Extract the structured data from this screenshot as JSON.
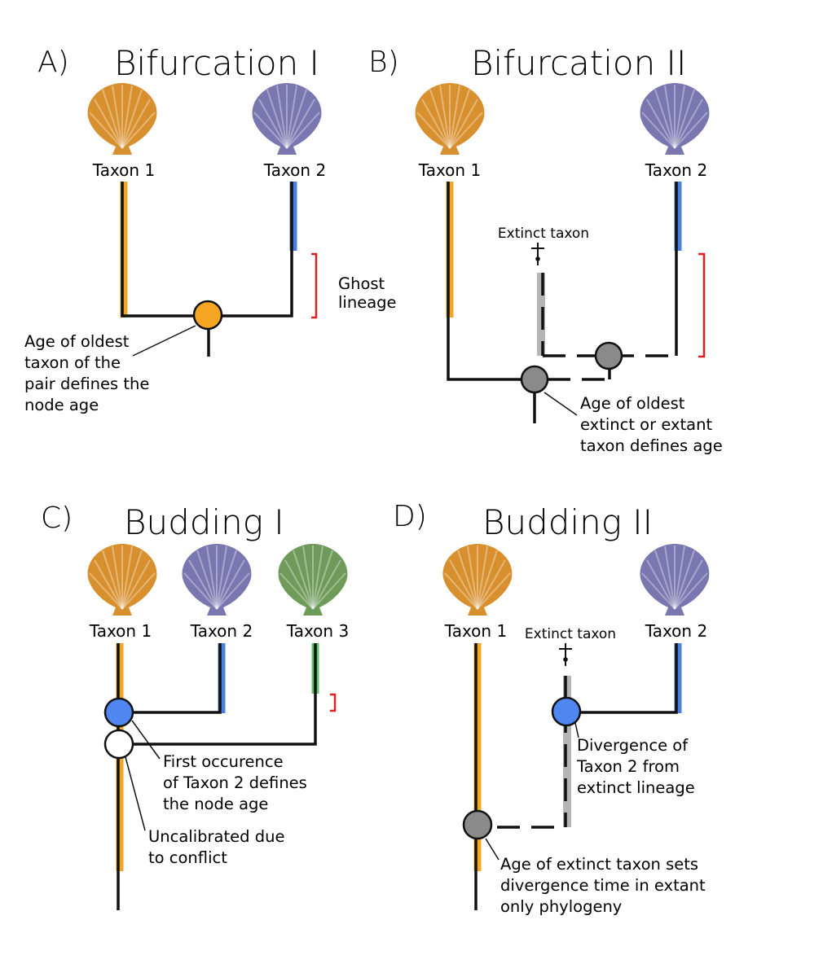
{
  "panels": {
    "a": {
      "letter": "A)",
      "title": "Bifurcation I",
      "taxon1": "Taxon 1",
      "taxon2": "Taxon 2",
      "ghost": [
        "Ghost",
        "lineage"
      ],
      "annotation": [
        "Age of oldest",
        "taxon of the",
        "pair defines the",
        "node age"
      ]
    },
    "b": {
      "letter": "B)",
      "title": "Bifurcation II",
      "taxon1": "Taxon 1",
      "taxon2": "Taxon 2",
      "extinct": "Extinct taxon",
      "annotation": [
        "Age of oldest",
        "extinct or extant",
        "taxon defines age"
      ]
    },
    "c": {
      "letter": "C)",
      "title": "Budding I",
      "taxon1": "Taxon 1",
      "taxon2": "Taxon 2",
      "taxon3": "Taxon 3",
      "annotation1": [
        "First occurence",
        "of Taxon 2 defines",
        "the node age"
      ],
      "annotation2": [
        "Uncalibrated due",
        "to conflict"
      ]
    },
    "d": {
      "letter": "D)",
      "title": "Budding II",
      "taxon1": "Taxon 1",
      "taxon2": "Taxon 2",
      "extinct": "Extinct taxon",
      "annotation1": [
        "Divergence of",
        "Taxon 2 from",
        "extinct lineage"
      ],
      "annotation2": [
        "Age of extinct taxon sets",
        "divergence time in extant",
        "only phylogeny"
      ]
    }
  },
  "colors": {
    "taxon1": "#f5a623",
    "taxon2": "#4a7fe0",
    "taxon3": "#5cc36a",
    "extinct": "#b5b5b5",
    "node_orange": "#f5a623",
    "node_gray": "#8a8a8a",
    "node_blue": "#4f86f0",
    "ghost_bracket": "#e02020",
    "shell_orange": "#d8902e",
    "shell_purple": "#7a76b0",
    "shell_green": "#6f9a5a"
  }
}
